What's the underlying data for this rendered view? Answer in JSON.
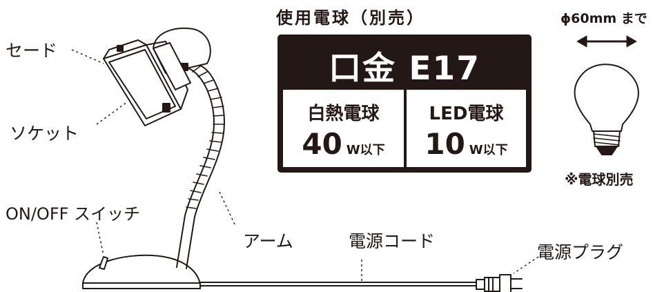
{
  "title": "使用電球（別売）",
  "spec": {
    "base": "口金 E17",
    "incandescent": {
      "type": "白熱電球",
      "value": "40",
      "unit": "W以下"
    },
    "led": {
      "type": "LED電球",
      "value": "10",
      "unit": "W以下"
    }
  },
  "bulb": {
    "diameter": "ϕ60mm まで",
    "note": "※電球別売"
  },
  "parts": {
    "shade": "セード",
    "socket": "ソケット",
    "switch": "ON/OFF スイッチ",
    "arm": "アーム",
    "cord": "電源コード",
    "plug": "電源プラグ"
  }
}
